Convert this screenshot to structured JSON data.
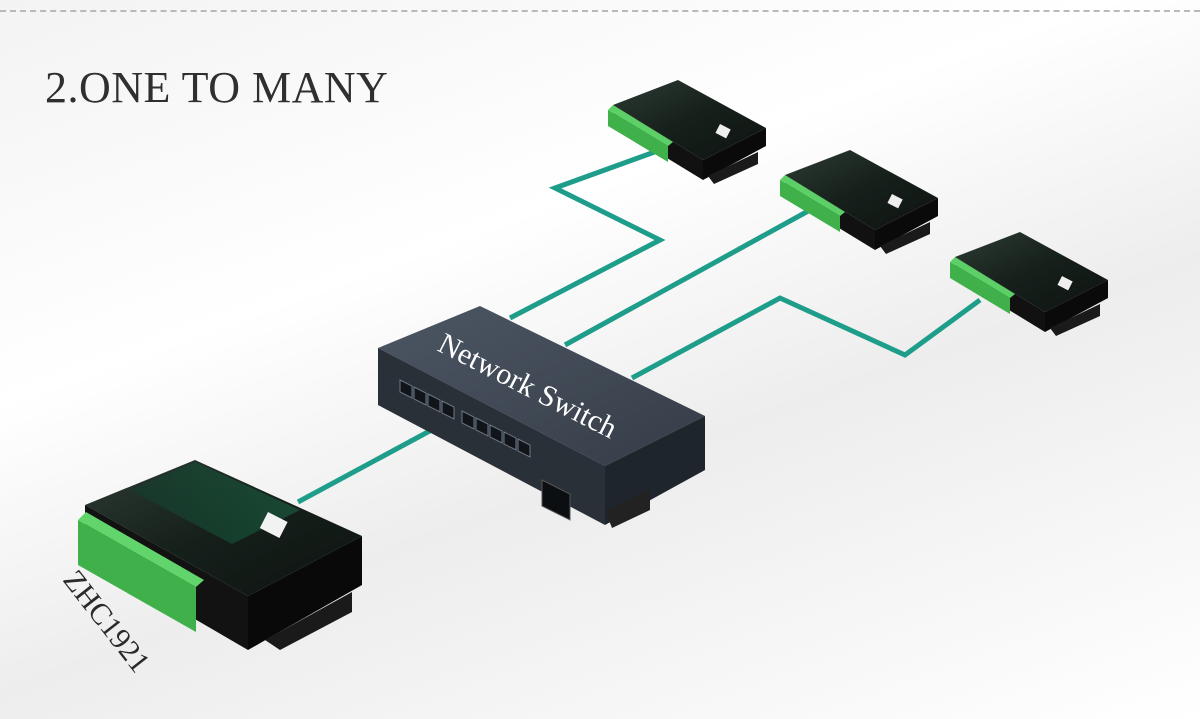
{
  "slide": {
    "title": "2.ONE TO MANY"
  },
  "switch": {
    "label": "Network Switch"
  },
  "main_device": {
    "label": "ZHC1921"
  },
  "colors": {
    "cable": "#1e9e8a",
    "device_body": "#1c1f1e",
    "terminal": "#3fb04a",
    "switch_body": "#3b4450"
  },
  "icons": [
    "ethernet-port-icon",
    "fiber-port-icon",
    "terminal-block-icon",
    "qr-code-icon"
  ]
}
